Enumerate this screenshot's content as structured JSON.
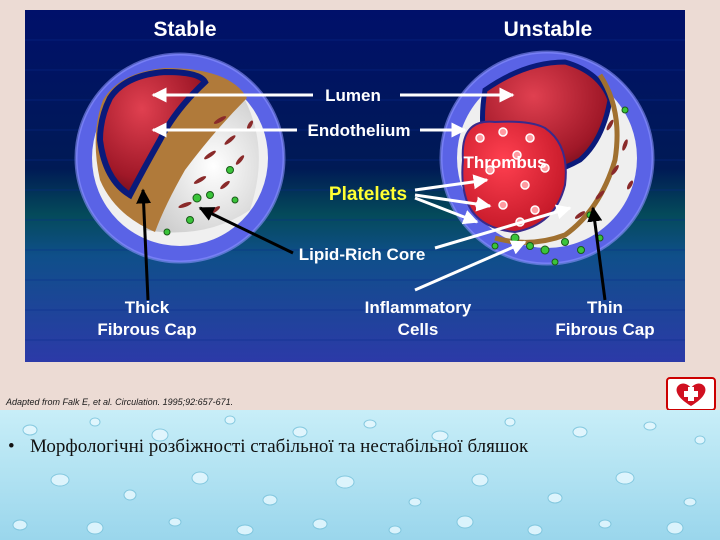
{
  "figure": {
    "heading_stable": "Stable",
    "heading_unstable": "Unstable",
    "label_lumen": "Lumen",
    "label_endothelium": "Endothelium",
    "label_thrombus": "Thrombus",
    "label_platelets": "Platelets",
    "label_lipid_core": "Lipid-Rich Core",
    "label_inflammatory_1": "Inflammatory",
    "label_inflammatory_2": "Cells",
    "label_thick_1": "Thick",
    "label_thick_2": "Fibrous Cap",
    "label_thin_1": "Thin",
    "label_thin_2": "Fibrous Cap"
  },
  "citation": {
    "prefix": "Adapted from Falk E, et al.",
    "journal": "Circulation",
    "suffix": ". 1995;92:657-671."
  },
  "caption": {
    "bullet": "•",
    "text": "Морфологічні розбіжності стабільної та нестабільної бляшок"
  },
  "colors": {
    "page_background": "#ecdbd4",
    "label_highlight": "#ffff33",
    "lumen_red": "#c82032",
    "vessel_blue": "#5a63e6"
  },
  "icons": {
    "logo": "heart-cross-logo-icon"
  }
}
